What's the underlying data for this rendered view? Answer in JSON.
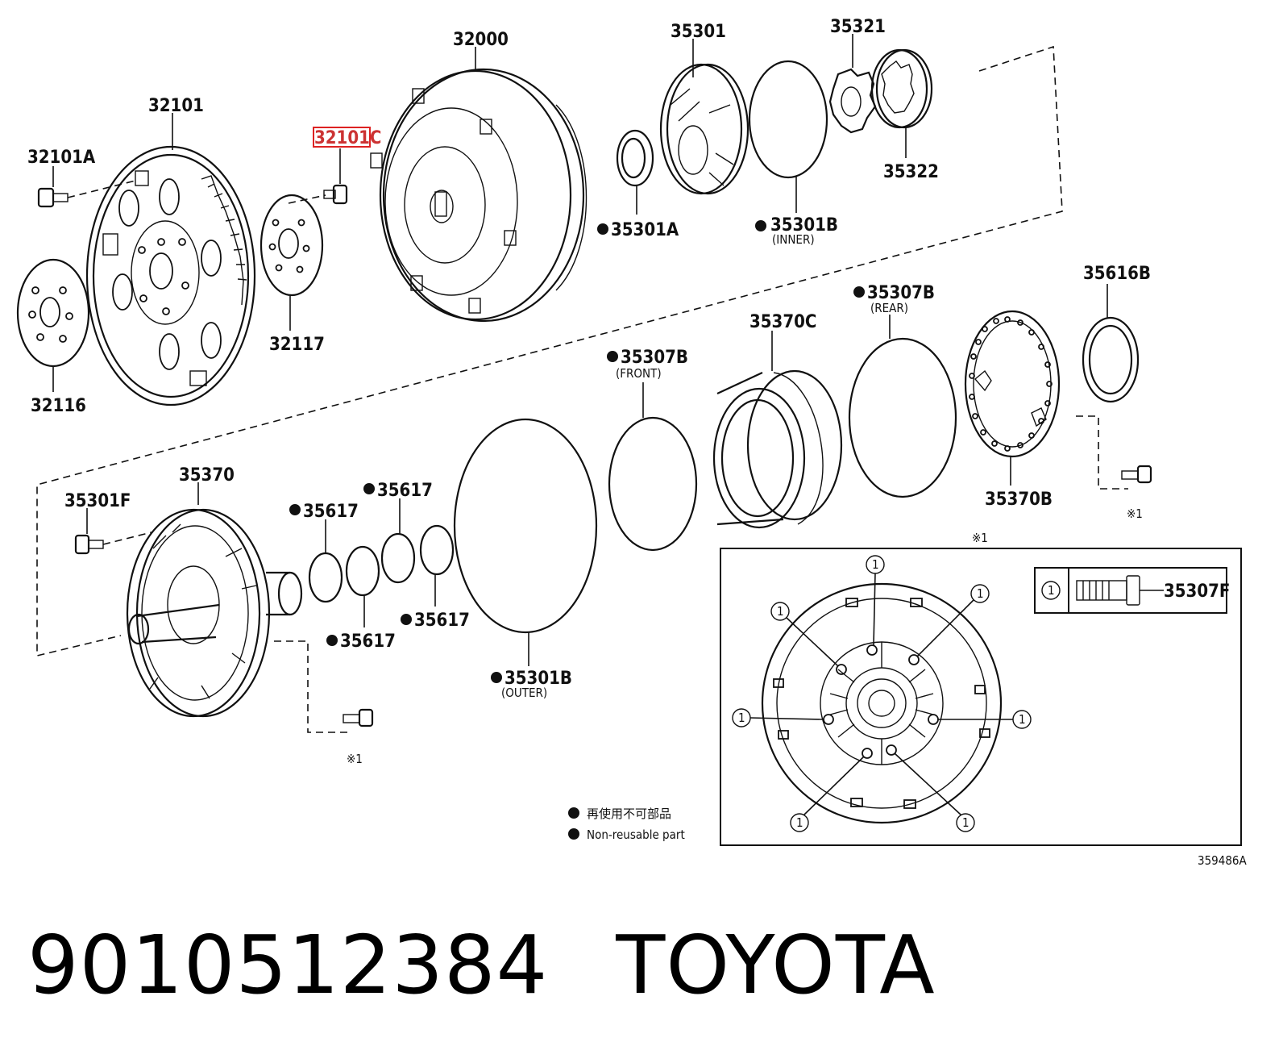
{
  "labels": {
    "l32000": "32000",
    "l35301": "35301",
    "l35321": "35321",
    "l32101": "32101",
    "l32101A": "32101A",
    "l32101C": "32101C",
    "l35322": "35322",
    "l35301A": "35301A",
    "l35301B_inner": "35301B",
    "l35301B_inner_sub": "(INNER)",
    "l32117": "32117",
    "l32116": "32116",
    "l35616B": "35616B",
    "l35307B_rear": "35307B",
    "l35307B_rear_sub": "(REAR)",
    "l35370C": "35370C",
    "l35307B_front": "35307B",
    "l35307B_front_sub": "(FRONT)",
    "l35370": "35370",
    "l35301F": "35301F",
    "l35617_a": "35617",
    "l35617_b": "35617",
    "l35617_c": "35617",
    "l35617_d": "35617",
    "l35370B": "35370B",
    "l35301B_outer": "35301B",
    "l35301B_outer_sub": "(OUTER)",
    "ref1_a": "※1",
    "ref1_b": "※1",
    "ref1_c": "※1",
    "l35307F": "35307F",
    "legend_jp": "再使用不可部品",
    "legend_en": "Non-reusable part",
    "diagram_code": "359486A"
  },
  "circle_marker": "1",
  "highlighted_part": "32101C",
  "footer": {
    "part_number": "9010512384",
    "brand": "TOYOTA"
  }
}
